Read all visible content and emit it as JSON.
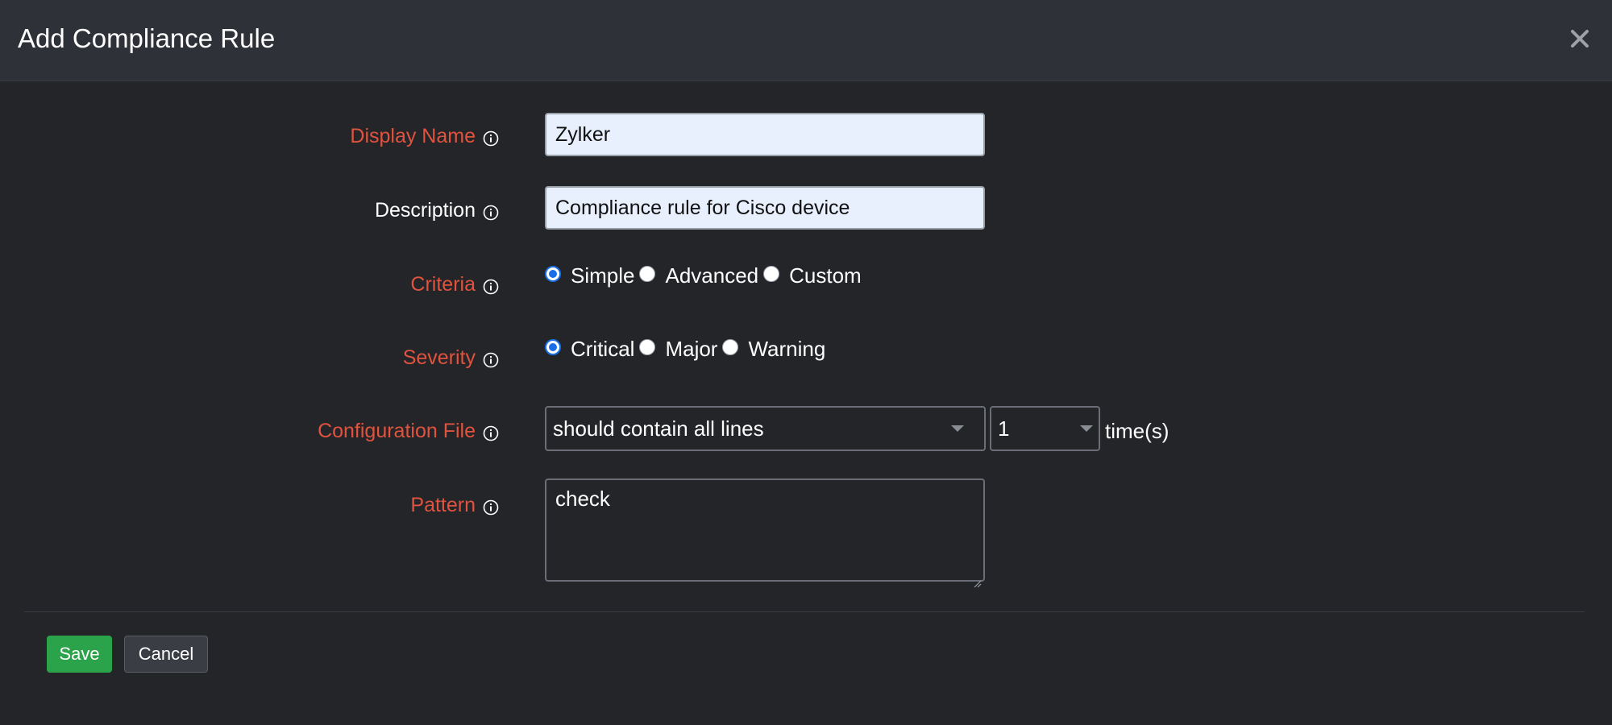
{
  "dialog": {
    "title": "Add Compliance Rule",
    "close_icon": "close-icon"
  },
  "form": {
    "display_name": {
      "label": "Display Name",
      "value": "Zylker",
      "required": true
    },
    "description": {
      "label": "Description",
      "value": "Compliance rule for Cisco device",
      "required": false
    },
    "criteria": {
      "label": "Criteria",
      "options": [
        "Simple",
        "Advanced",
        "Custom"
      ],
      "selected": "Simple",
      "required": true
    },
    "severity": {
      "label": "Severity",
      "options": [
        "Critical",
        "Major",
        "Warning"
      ],
      "selected": "Critical",
      "required": true
    },
    "configuration_file": {
      "label": "Configuration File",
      "condition": "should contain all lines",
      "count": "1",
      "count_suffix": "time(s)",
      "required": true
    },
    "pattern": {
      "label": "Pattern",
      "value": "check",
      "required": true
    }
  },
  "footer": {
    "save_label": "Save",
    "cancel_label": "Cancel"
  },
  "colors": {
    "background": "#242529",
    "header": "#2f3139",
    "required_label": "#e0533e",
    "input_fill": "#e8f0fe",
    "radio_selected": "#1a6fe8",
    "save_button": "#2aa34a"
  }
}
